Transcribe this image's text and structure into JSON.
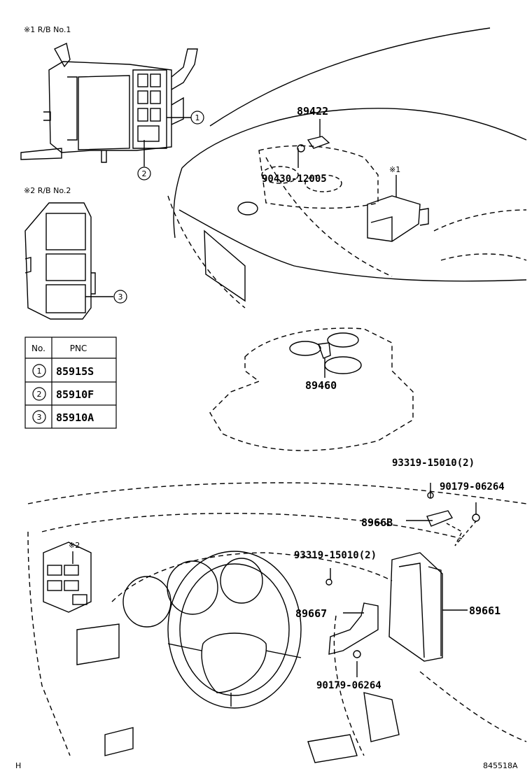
{
  "relay_block_1": {
    "title": "※1 R/B No.1"
  },
  "relay_block_2": {
    "title": "※2 R/B No.2"
  },
  "callouts": [
    "1",
    "2",
    "3"
  ],
  "pnc_table": {
    "headers": [
      "No.",
      "PNC"
    ],
    "rows": [
      {
        "no": "1",
        "pnc": "85915S"
      },
      {
        "no": "2",
        "pnc": "85910F"
      },
      {
        "no": "3",
        "pnc": "85910A"
      }
    ]
  },
  "parts": {
    "p89422": "89422",
    "p90430": "90430-12005",
    "p89460": "89460",
    "p93319_top": "93319-15010(2)",
    "p90179_top": "90179-06264",
    "p8966b": "8966B",
    "p93319_mid": "93319-15010(2)",
    "p89667": "89667",
    "p89661": "89661",
    "p90179_bot": "90179-06264"
  },
  "refs": {
    "engine_rb": "※1",
    "dash_rb": "※2"
  },
  "footer": {
    "left": "H",
    "right": "845518A"
  }
}
